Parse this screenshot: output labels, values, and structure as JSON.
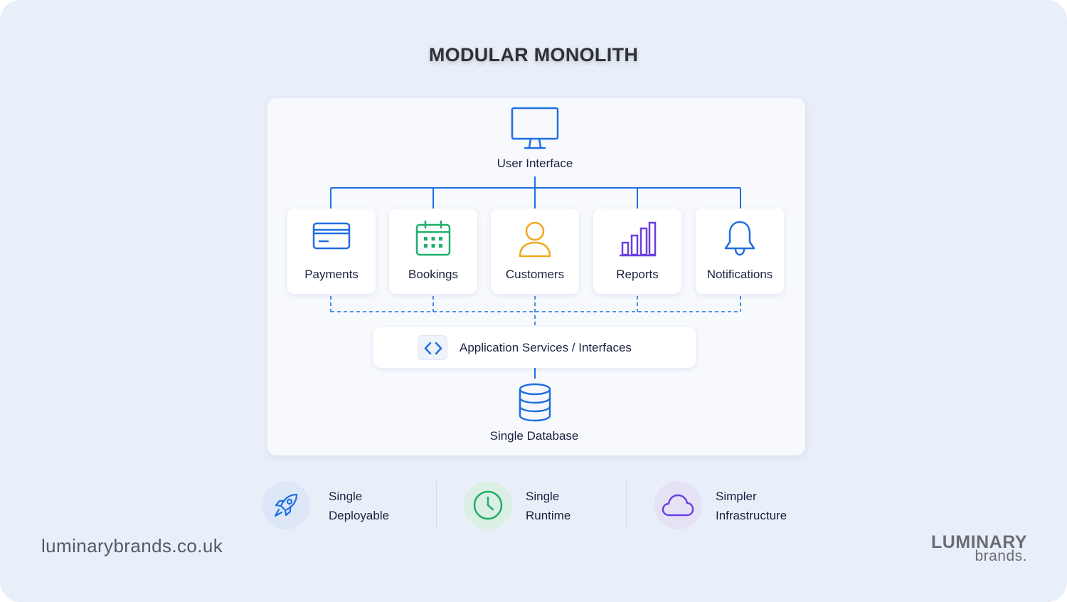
{
  "title": "MODULAR MONOLITH",
  "top_node": {
    "label": "User Interface",
    "icon": "monitor-icon"
  },
  "modules": [
    {
      "label": "Payments",
      "icon": "credit-card-icon",
      "color": "#1f6fe0"
    },
    {
      "label": "Bookings",
      "icon": "calendar-icon",
      "color": "#1db06a"
    },
    {
      "label": "Customers",
      "icon": "user-icon",
      "color": "#f0a81c"
    },
    {
      "label": "Reports",
      "icon": "bar-chart-icon",
      "color": "#6a3fe0"
    },
    {
      "label": "Notifications",
      "icon": "bell-icon",
      "color": "#1f6fe0"
    }
  ],
  "services": {
    "label": "Application Services / Interfaces",
    "icon": "code-brackets-icon"
  },
  "database": {
    "label": "Single Database",
    "icon": "database-icon"
  },
  "features": [
    {
      "line1": "Single",
      "line2": "Deployable",
      "icon": "rocket-icon",
      "color": "#1f6fe0"
    },
    {
      "line1": "Single",
      "line2": "Runtime",
      "icon": "clock-icon",
      "color": "#1db06a"
    },
    {
      "line1": "Simpler",
      "line2": "Infrastructure",
      "icon": "cloud-icon",
      "color": "#6a3fe0"
    }
  ],
  "footer": {
    "url": "luminarybrands.co.uk",
    "logo_line1": "LUMINARY",
    "logo_line2": "brands."
  },
  "colors": {
    "background": "#e9eff9",
    "accent_blue": "#1f6fe0",
    "text_dark": "#1c2340"
  }
}
